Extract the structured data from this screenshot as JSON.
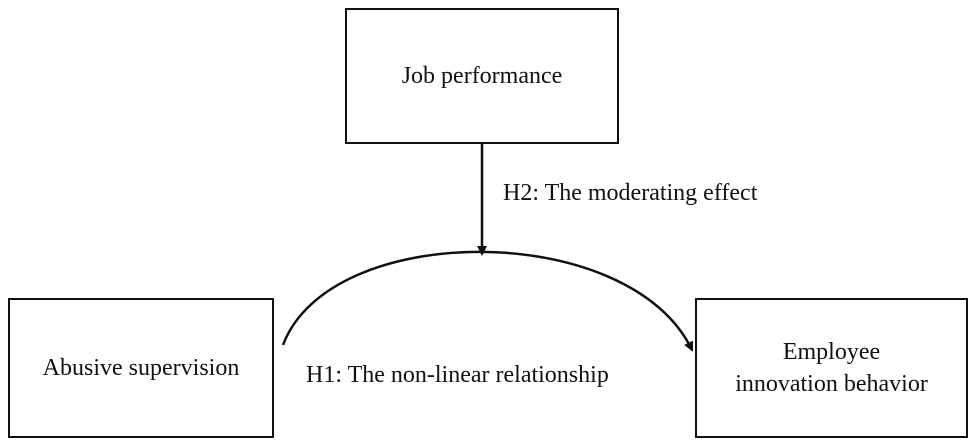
{
  "boxes": {
    "job_performance": "Job performance",
    "abusive_supervision": "Abusive supervision",
    "employee_innovation": {
      "line1": "Employee",
      "line2": "innovation behavior"
    }
  },
  "labels": {
    "h2": "H2: The moderating effect",
    "h1": "H1: The non-linear relationship"
  }
}
